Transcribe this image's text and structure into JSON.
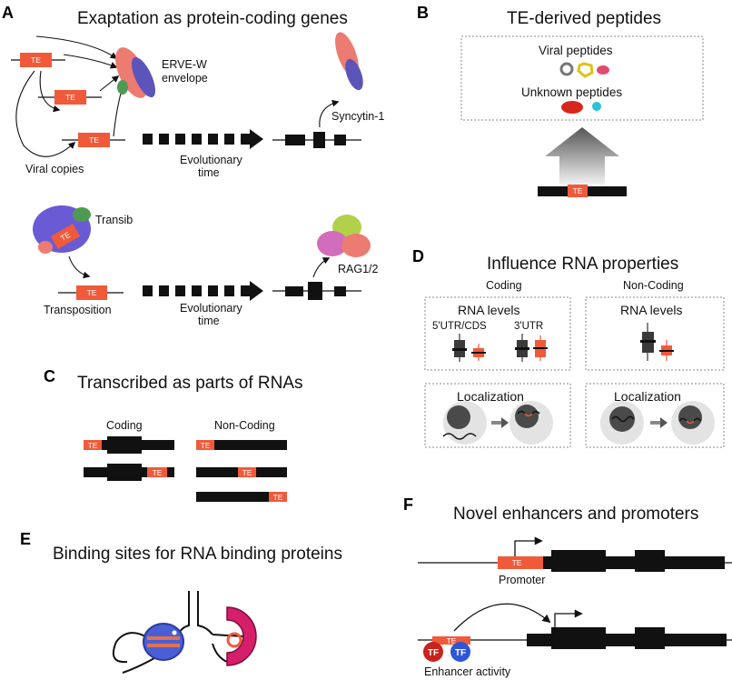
{
  "colors": {
    "te": "#f05a3a",
    "black": "#111111",
    "grey": "#3a3a3a"
  },
  "panels": {
    "A": {
      "letter": "A",
      "title": "Exaptation as protein-coding genes",
      "te": "TE",
      "erve": "ERVE-W",
      "envelope": "envelope",
      "viral_copies": "Viral copies",
      "evo_time_1": "Evolutionary",
      "evo_time_2": "time",
      "syncytin": "Syncytin-1",
      "transib": "Transib",
      "transposition": "Transposition",
      "rag": "RAG1/2"
    },
    "B": {
      "letter": "B",
      "title": "TE-derived peptides",
      "viral": "Viral peptides",
      "unknown": "Unknown peptides",
      "te": "TE"
    },
    "C": {
      "letter": "C",
      "title": "Transcribed as parts of RNAs",
      "coding": "Coding",
      "noncoding": "Non-Coding",
      "te": "TE"
    },
    "D": {
      "letter": "D",
      "title": "Influence RNA properties",
      "coding": "Coding",
      "noncoding": "Non-Coding",
      "rna_levels": "RNA levels",
      "utr5": "5'UTR/CDS",
      "utr3": "3'UTR",
      "localization": "Localization"
    },
    "E": {
      "letter": "E",
      "title": "Binding sites for RNA binding proteins"
    },
    "F": {
      "letter": "F",
      "title": "Novel enhancers and promoters",
      "te": "TE",
      "promoter": "Promoter",
      "enhancer": "Enhancer activity",
      "tf": "TF"
    }
  }
}
